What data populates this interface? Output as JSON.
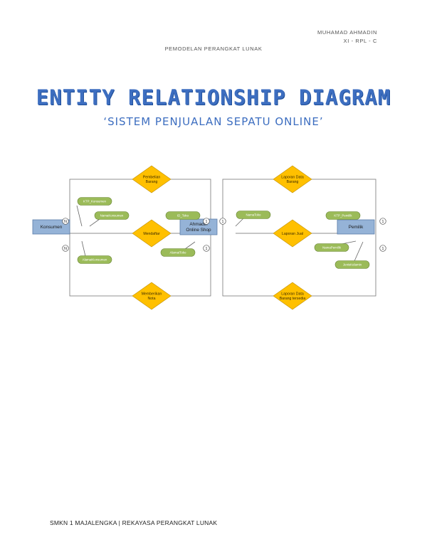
{
  "header": {
    "author_name": "MUHAMAD AHMADIN",
    "author_class": "XI - RPL - C",
    "doc_title": "PEMODELAN PERANGKAT LUNAK"
  },
  "title": "ENTITY RELATIONSHIP DIAGRAM",
  "subtitle": "‘SISTEM PENJUALAN SEPATU ONLINE’",
  "colors": {
    "entity_fill": "#95b3d7",
    "relation_fill": "#ffc000",
    "attribute_fill": "#9bbb59",
    "title_blue": "#3d6ec0"
  },
  "diagram": {
    "entities": [
      {
        "id": "konsumen",
        "lines": [
          "Konsumen"
        ]
      },
      {
        "id": "shop",
        "lines": [
          "Ahmadin",
          "Online Shop"
        ]
      },
      {
        "id": "pemilik",
        "lines": [
          "Pemilik"
        ]
      }
    ],
    "relations": [
      {
        "id": "pembelian",
        "lines": [
          "Pembelian",
          "Barang"
        ]
      },
      {
        "id": "mendaftar",
        "lines": [
          "Mendaftar"
        ]
      },
      {
        "id": "nota",
        "lines": [
          "Memberikan",
          "Nota"
        ]
      },
      {
        "id": "laporan-data",
        "lines": [
          "Laporan Data",
          "Barang"
        ]
      },
      {
        "id": "laporan-jual",
        "lines": [
          "Laporan Jual"
        ]
      },
      {
        "id": "laporan-tersedia",
        "lines": [
          "Laporan Data",
          "Barang tersedia"
        ]
      }
    ],
    "attributes": [
      {
        "id": "ktp-konsumen",
        "label": "KTP_Konsumen"
      },
      {
        "id": "nama-konsumen",
        "label": "NamaKonsumen"
      },
      {
        "id": "alamat-konsumen",
        "label": "AlamatKonsumen"
      },
      {
        "id": "id-toko",
        "label": "ID_Toko"
      },
      {
        "id": "alamat-toko",
        "label": "AlamatToko"
      },
      {
        "id": "nama-toko",
        "label": "NamaToko"
      },
      {
        "id": "ktp-pemilik",
        "label": "KTP_Pemilik"
      },
      {
        "id": "nama-pemilik",
        "label": "NamaPemilik"
      },
      {
        "id": "jenis-kelamin",
        "label": "JenisKelamin"
      }
    ],
    "cardinalities": [
      {
        "id": "konsumen-top",
        "label": "N"
      },
      {
        "id": "konsumen-bottom",
        "label": "N"
      },
      {
        "id": "shop-left-top",
        "label": "1"
      },
      {
        "id": "shop-left-bottom",
        "label": "1"
      },
      {
        "id": "shop-right-top",
        "label": "1"
      },
      {
        "id": "pemilik-top",
        "label": "1"
      },
      {
        "id": "pemilik-bottom",
        "label": "1"
      }
    ]
  },
  "footer": "SMKN 1 MAJALENGKA | REKAYASA PERANGKAT LUNAK"
}
